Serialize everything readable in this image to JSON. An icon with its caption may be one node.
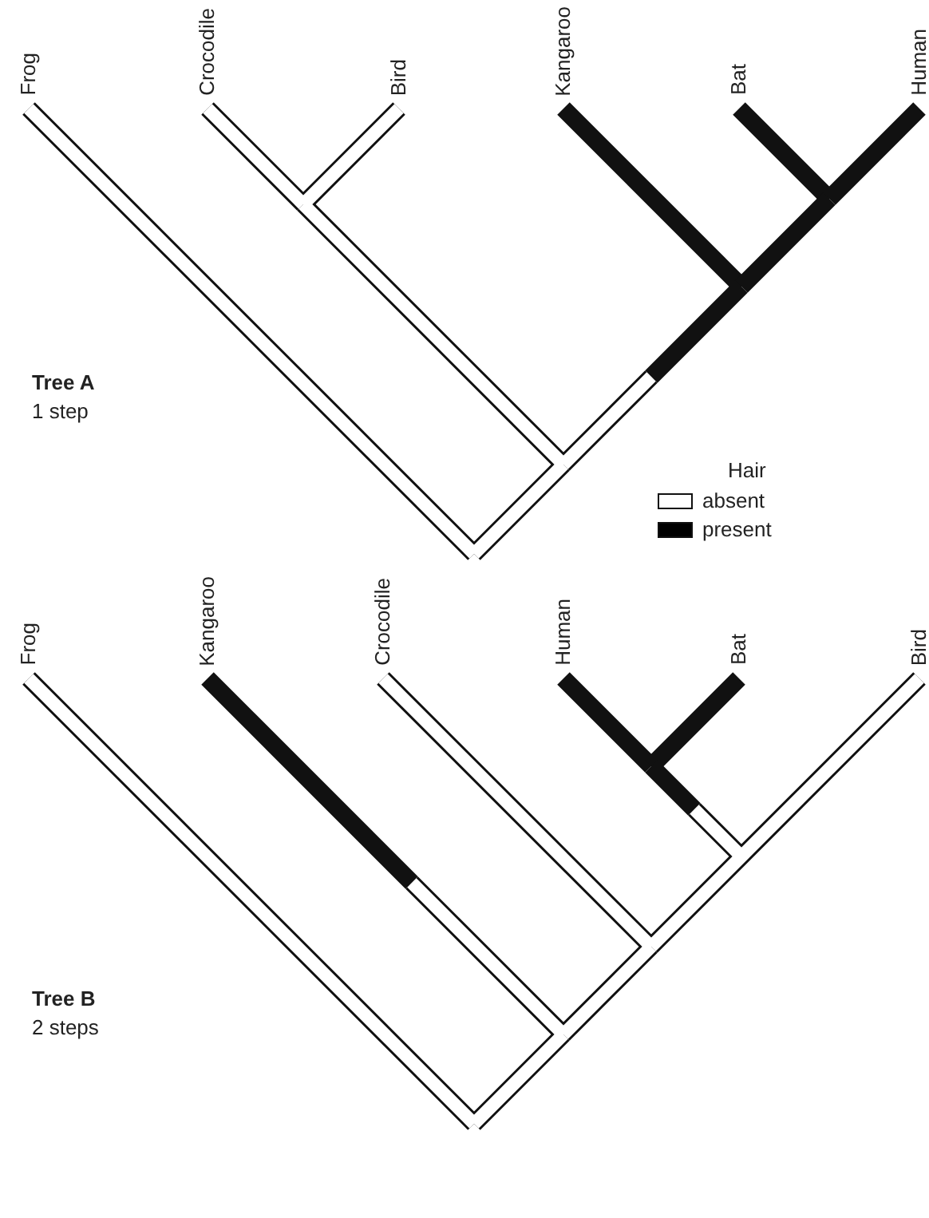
{
  "diagram": {
    "labels": [
      "Frog",
      "Crocodile",
      "Bird",
      "Kangaroo",
      "Bat",
      "Human",
      "Tree A",
      "1 step",
      "Hair",
      "Frog",
      "Kangaroo",
      "Crocodile",
      "Human",
      "Bat",
      "Bird",
      "Tree B",
      "2 steps"
    ],
    "legend": [
      {
        "text": "absent",
        "color": "#ffffff"
      },
      {
        "text": "present",
        "color": "#000000"
      }
    ]
  }
}
